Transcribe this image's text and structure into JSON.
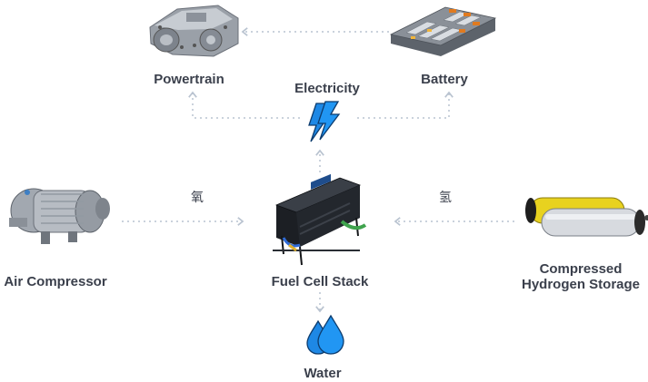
{
  "nodes": {
    "powertrain": {
      "label": "Powertrain",
      "icon": "electric-motor-image"
    },
    "battery": {
      "label": "Battery",
      "icon": "battery-pack-image"
    },
    "electricity": {
      "label": "Electricity",
      "icon": "lightning-bolt-icon"
    },
    "air_compressor": {
      "label": "Air Compressor",
      "icon": "air-compressor-image"
    },
    "fuel_cell_stack": {
      "label": "Fuel Cell Stack",
      "icon": "fuel-cell-stack-image"
    },
    "hydrogen_storage": {
      "label_line1": "Compressed",
      "label_line2": "Hydrogen Storage",
      "icon": "hydrogen-tank-image"
    },
    "water": {
      "label": "Water",
      "icon": "water-drops-icon"
    }
  },
  "edge_labels": {
    "oxygen": "氧",
    "hydrogen": "氢"
  },
  "colors": {
    "arrow": "#b9c3d0",
    "accent_blue": "#1e88e5",
    "text": "#3b404c"
  }
}
